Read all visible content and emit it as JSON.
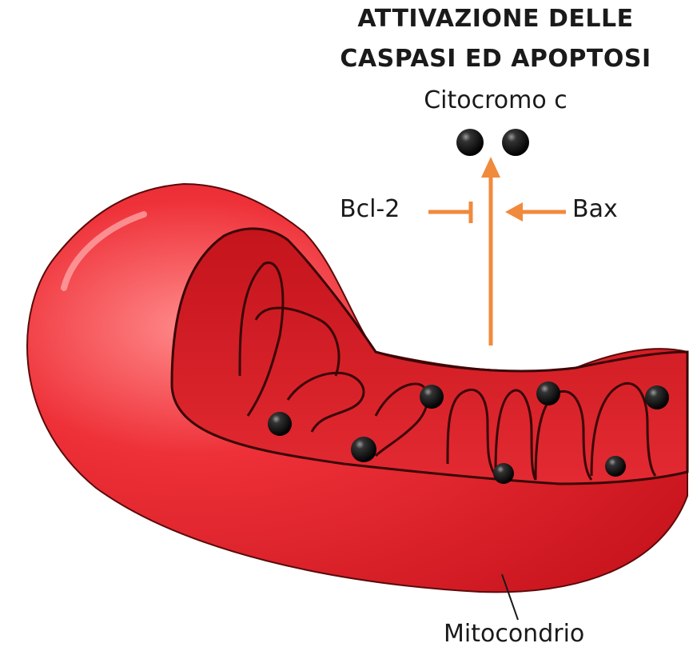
{
  "title_line1": "ATTIVAZIONE DELLE",
  "title_line2": "CASPASI ED APOPTOSI",
  "cytochrome_label": "Citocromo c",
  "inhibitor_label": "Bcl-2",
  "activator_label": "Bax",
  "organelle_label": "Mitocondrio",
  "colors": {
    "membrane_red": "#e8202a",
    "highlight_red": "#ff7a7a",
    "inner_dark_red": "#b5121b",
    "arrow_orange": "#f08a3c",
    "particle_black": "#111111"
  }
}
